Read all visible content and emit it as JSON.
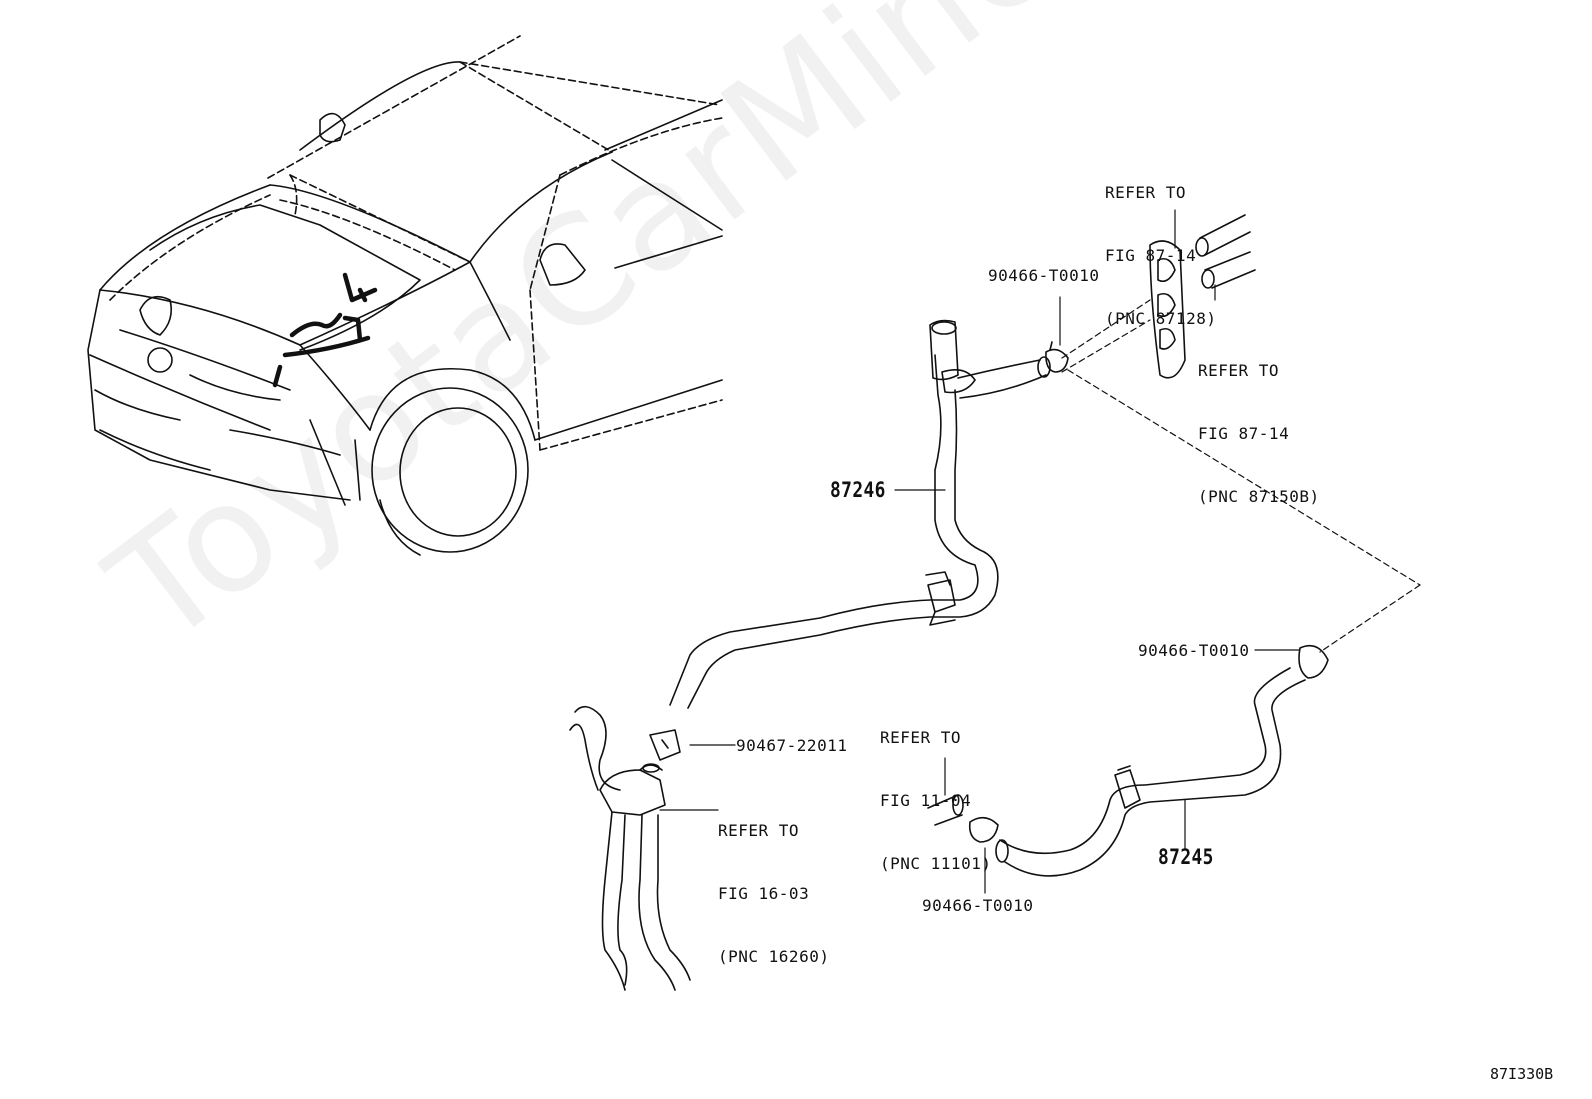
{
  "watermark": "ToyotaCarMine.ru",
  "figure_code": "87I330B",
  "parts": {
    "hose_upper": "87246",
    "hose_lower": "87245",
    "clamp_top": "90466-T0010",
    "clamp_right": "90466-T0010",
    "clamp_bottom": "90466-T0010",
    "clip": "90467-22011"
  },
  "refers": {
    "fig_87_14_a": {
      "line1": "REFER TO",
      "line2": "FIG 87-14",
      "line3": "(PNC 87128)"
    },
    "fig_87_14_b": {
      "line1": "REFER TO",
      "line2": "FIG 87-14",
      "line3": "(PNC 87150B)"
    },
    "fig_11_04": {
      "line1": "REFER TO",
      "line2": "FIG 11-04",
      "line3": "(PNC 11101)"
    },
    "fig_16_03": {
      "line1": "REFER TO",
      "line2": "FIG 16-03",
      "line3": "(PNC 16260)"
    }
  }
}
